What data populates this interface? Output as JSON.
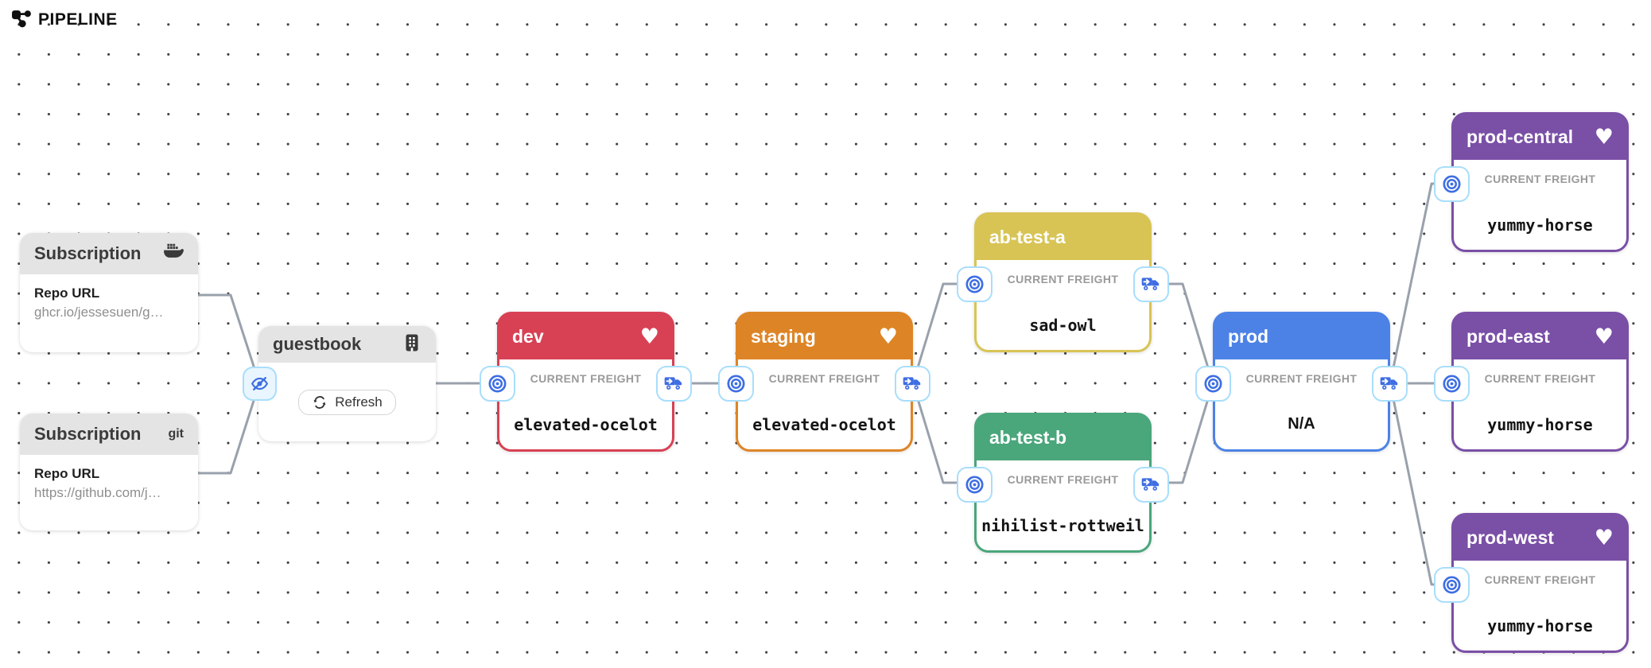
{
  "header": {
    "title": "PIPELINE"
  },
  "colors": {
    "edge": "#99a1ac",
    "badge_border": "#a9defb",
    "badge_icon": "#3e6ee3",
    "card_header_bg": "#e4e4e4"
  },
  "freight_label": "CURRENT FREIGHT",
  "subscriptions": [
    {
      "title": "Subscription",
      "type_icon": "docker-icon",
      "field_label": "Repo URL",
      "field_value": "ghcr.io/jessesuen/g…"
    },
    {
      "title": "Subscription",
      "type_label": "git",
      "field_label": "Repo URL",
      "field_value": "https://github.com/j…"
    }
  ],
  "warehouse": {
    "title": "guestbook",
    "refresh_label": "Refresh"
  },
  "stages": [
    {
      "title": "dev",
      "color": "#d84154",
      "freight": "elevated-ocelot",
      "favorite": true,
      "truck": true,
      "mono": true
    },
    {
      "title": "staging",
      "color": "#dd8526",
      "freight": "elevated-ocelot",
      "favorite": true,
      "truck": true,
      "mono": true
    },
    {
      "title": "ab-test-a",
      "color": "#d8c455",
      "freight": "sad-owl",
      "favorite": false,
      "truck": true,
      "mono": true
    },
    {
      "title": "ab-test-b",
      "color": "#4aa67b",
      "freight": "nihilist-rottweil",
      "favorite": false,
      "truck": true,
      "mono": true
    },
    {
      "title": "prod",
      "color": "#4c82e6",
      "freight": "N/A",
      "favorite": false,
      "truck": true,
      "mono": false
    },
    {
      "title": "prod-central",
      "color": "#7a4fa6",
      "freight": "yummy-horse",
      "favorite": true,
      "truck": false,
      "mono": true
    },
    {
      "title": "prod-east",
      "color": "#7a4fa6",
      "freight": "yummy-horse",
      "favorite": true,
      "truck": false,
      "mono": true
    },
    {
      "title": "prod-west",
      "color": "#7a4fa6",
      "freight": "yummy-horse",
      "favorite": true,
      "truck": false,
      "mono": true
    }
  ]
}
